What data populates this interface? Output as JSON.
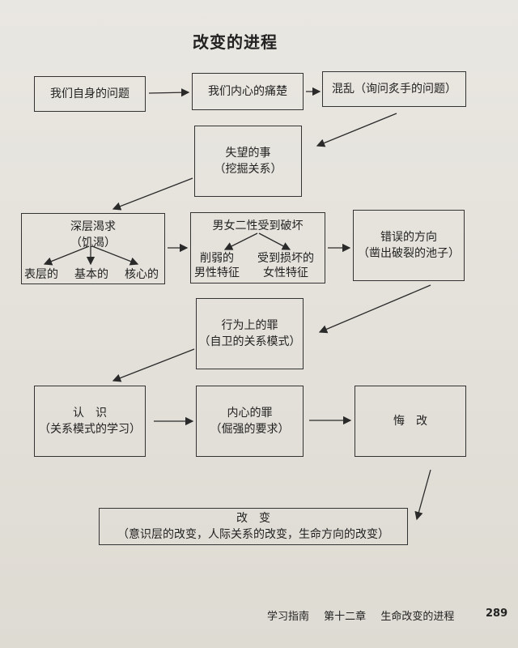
{
  "title": "改变的进程",
  "boxes": {
    "self_problem": "我们自身的问题",
    "inner_pain": "我们内心的痛楚",
    "chaos": "混乱（询问炙手的问题）",
    "disappoint_l1": "失望的事",
    "disappoint_l2": "（挖掘关系）",
    "thirst_l1": "深层渴求",
    "thirst_l2": "（饥渴）",
    "thirst_surface": "表层的",
    "thirst_basic": "基本的",
    "thirst_core": "核心的",
    "gender_l1": "男女二性受到破坏",
    "gender_male_l1": "削弱的",
    "gender_male_l2": "男性特征",
    "gender_female_l1": "受到损坏的",
    "gender_female_l2": "女性特征",
    "wrong_l1": "错误的方向",
    "wrong_l2": "（凿出破裂的池子）",
    "behavior_sin_l1": "行为上的罪",
    "behavior_sin_l2": "（自卫的关系模式）",
    "recognize_l1": "认　识",
    "recognize_l2": "（关系模式的学习）",
    "inner_sin_l1": "内心的罪",
    "inner_sin_l2": "（倔强的要求）",
    "repent": "悔　改",
    "change_l1": "改　变",
    "change_l2": "（意识层的改变，人际关系的改变，生命方向的改变）"
  },
  "footer": {
    "guide": "学习指南",
    "chapter": "第十二章",
    "chapter_title": "生命改变的进程",
    "page_number": "289"
  }
}
